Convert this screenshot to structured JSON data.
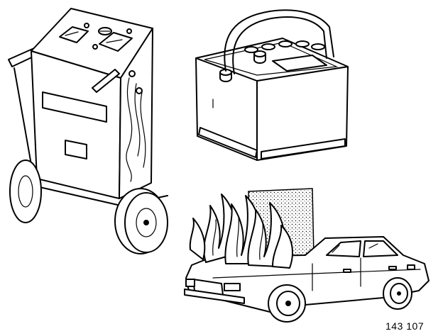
{
  "figure": {
    "reference_number": "143 107",
    "items": [
      {
        "id": "battery-charger",
        "icon": "battery-charger-trolley"
      },
      {
        "id": "car-battery",
        "icon": "car-battery"
      },
      {
        "id": "burning-car",
        "icon": "car-on-fire"
      }
    ]
  }
}
